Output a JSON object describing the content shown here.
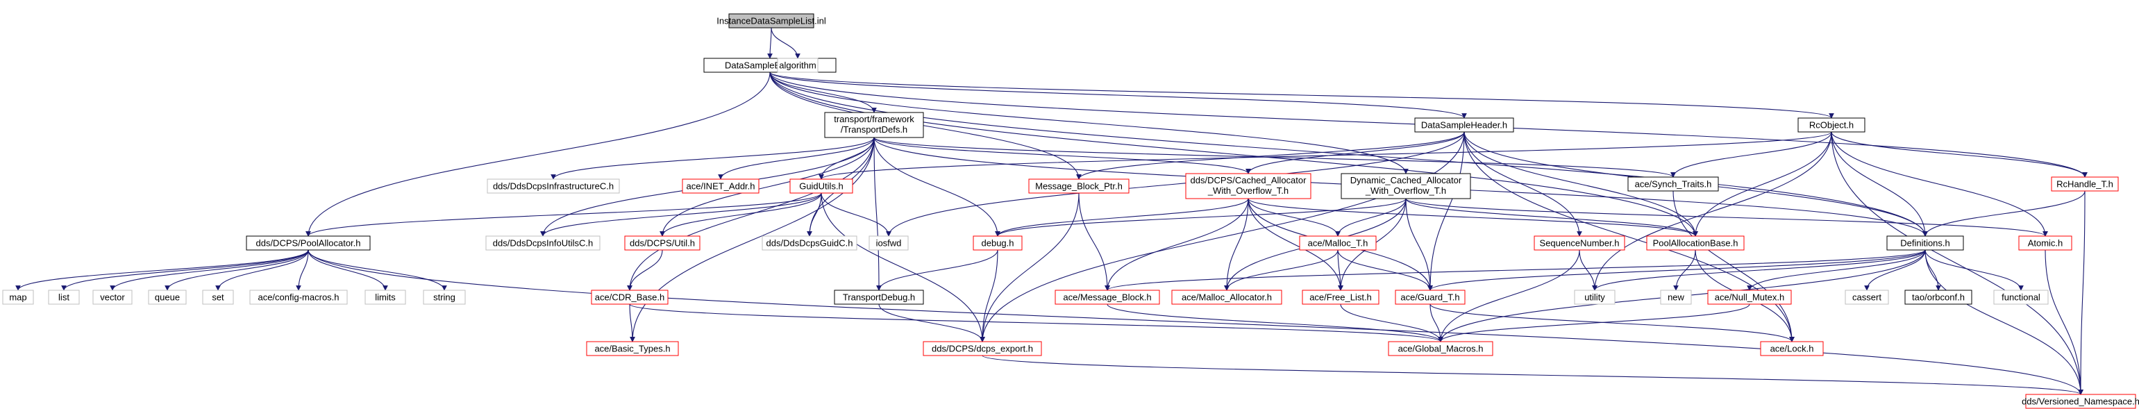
{
  "diagram": {
    "nodes": [
      {
        "id": "n0",
        "label": "InstanceDataSampleList.inl",
        "kind": "root"
      },
      {
        "id": "n1",
        "label": "DataSampleElement.h",
        "kind": "normal"
      },
      {
        "id": "n2",
        "label": "algorithm",
        "kind": "external"
      },
      {
        "id": "n3",
        "label": "transport/framework\n/TransportDefs.h",
        "kind": "normal"
      },
      {
        "id": "n4",
        "label": "DataSampleHeader.h",
        "kind": "normal"
      },
      {
        "id": "n5",
        "label": "RcObject.h",
        "kind": "normal"
      },
      {
        "id": "n6",
        "label": "ace/Synch_Traits.h",
        "kind": "normal"
      },
      {
        "id": "n7",
        "label": "RcHandle_T.h",
        "kind": "missing"
      },
      {
        "id": "n8",
        "label": "dds/DdsDcpsInfrastructureC.h",
        "kind": "external"
      },
      {
        "id": "n9",
        "label": "ace/INET_Addr.h",
        "kind": "missing"
      },
      {
        "id": "n10",
        "label": "GuidUtils.h",
        "kind": "missing"
      },
      {
        "id": "n11",
        "label": "Message_Block_Ptr.h",
        "kind": "missing"
      },
      {
        "id": "n12",
        "label": "dds/DCPS/Cached_Allocator\n_With_Overflow_T.h",
        "kind": "missing"
      },
      {
        "id": "n13",
        "label": "Dynamic_Cached_Allocator\n_With_Overflow_T.h",
        "kind": "normal"
      },
      {
        "id": "n14",
        "label": "dds/DCPS/PoolAllocator.h",
        "kind": "normal"
      },
      {
        "id": "n15",
        "label": "dds/DdsDcpsInfoUtilsC.h",
        "kind": "external"
      },
      {
        "id": "n16",
        "label": "dds/DCPS/Util.h",
        "kind": "missing"
      },
      {
        "id": "n17",
        "label": "dds/DdsDcpsGuidC.h",
        "kind": "external"
      },
      {
        "id": "n18",
        "label": "iosfwd",
        "kind": "external"
      },
      {
        "id": "n19",
        "label": "debug.h",
        "kind": "missing"
      },
      {
        "id": "n20",
        "label": "SequenceNumber.h",
        "kind": "missing"
      },
      {
        "id": "n21",
        "label": "PoolAllocationBase.h",
        "kind": "missing"
      },
      {
        "id": "n22",
        "label": "Definitions.h",
        "kind": "normal"
      },
      {
        "id": "n23",
        "label": "Atomic.h",
        "kind": "missing"
      },
      {
        "id": "n24",
        "label": "map",
        "kind": "external"
      },
      {
        "id": "n25",
        "label": "list",
        "kind": "external"
      },
      {
        "id": "n26",
        "label": "vector",
        "kind": "external"
      },
      {
        "id": "n27",
        "label": "queue",
        "kind": "external"
      },
      {
        "id": "n28",
        "label": "set",
        "kind": "external"
      },
      {
        "id": "n29",
        "label": "ace/config-macros.h",
        "kind": "external"
      },
      {
        "id": "n30",
        "label": "limits",
        "kind": "external"
      },
      {
        "id": "n31",
        "label": "string",
        "kind": "external"
      },
      {
        "id": "n32",
        "label": "ace/CDR_Base.h",
        "kind": "missing"
      },
      {
        "id": "n33",
        "label": "TransportDebug.h",
        "kind": "normal"
      },
      {
        "id": "n34",
        "label": "ace/Malloc_T.h",
        "kind": "missing"
      },
      {
        "id": "n35",
        "label": "ace/Message_Block.h",
        "kind": "missing"
      },
      {
        "id": "n36",
        "label": "ace/Malloc_Allocator.h",
        "kind": "missing"
      },
      {
        "id": "n37",
        "label": "ace/Free_List.h",
        "kind": "missing"
      },
      {
        "id": "n38",
        "label": "ace/Guard_T.h",
        "kind": "missing"
      },
      {
        "id": "n39",
        "label": "utility",
        "kind": "external"
      },
      {
        "id": "n40",
        "label": "new",
        "kind": "external"
      },
      {
        "id": "n41",
        "label": "ace/Null_Mutex.h",
        "kind": "missing"
      },
      {
        "id": "n42",
        "label": "cassert",
        "kind": "external"
      },
      {
        "id": "n43",
        "label": "tao/orbconf.h",
        "kind": "normal"
      },
      {
        "id": "n44",
        "label": "functional",
        "kind": "external"
      },
      {
        "id": "n45",
        "label": "ace/Basic_Types.h",
        "kind": "missing"
      },
      {
        "id": "n46",
        "label": "dds/DCPS/dcps_export.h",
        "kind": "missing"
      },
      {
        "id": "n47",
        "label": "ace/Global_Macros.h",
        "kind": "missing"
      },
      {
        "id": "n48",
        "label": "ace/Lock.h",
        "kind": "missing"
      },
      {
        "id": "n49",
        "label": "dds/Versioned_Namespace.h",
        "kind": "missing"
      }
    ],
    "edges": [
      [
        "n0",
        "n1"
      ],
      [
        "n0",
        "n2"
      ],
      [
        "n1",
        "n3"
      ],
      [
        "n1",
        "n4"
      ],
      [
        "n1",
        "n5"
      ],
      [
        "n1",
        "n13"
      ],
      [
        "n1",
        "n14"
      ],
      [
        "n1",
        "n11"
      ],
      [
        "n1",
        "n21"
      ],
      [
        "n1",
        "n22"
      ],
      [
        "n1",
        "n7"
      ],
      [
        "n3",
        "n8"
      ],
      [
        "n3",
        "n9"
      ],
      [
        "n3",
        "n10"
      ],
      [
        "n3",
        "n12"
      ],
      [
        "n3",
        "n16"
      ],
      [
        "n3",
        "n15"
      ],
      [
        "n3",
        "n17"
      ],
      [
        "n3",
        "n19"
      ],
      [
        "n3",
        "n33"
      ],
      [
        "n3",
        "n45"
      ],
      [
        "n3",
        "n32"
      ],
      [
        "n3",
        "n6"
      ],
      [
        "n3",
        "n22"
      ],
      [
        "n4",
        "n11"
      ],
      [
        "n4",
        "n12"
      ],
      [
        "n4",
        "n20"
      ],
      [
        "n4",
        "n21"
      ],
      [
        "n4",
        "n38"
      ],
      [
        "n4",
        "n48"
      ],
      [
        "n4",
        "n18"
      ],
      [
        "n4",
        "n46"
      ],
      [
        "n4",
        "n22"
      ],
      [
        "n5",
        "n6"
      ],
      [
        "n5",
        "n21"
      ],
      [
        "n5",
        "n22"
      ],
      [
        "n5",
        "n23"
      ],
      [
        "n5",
        "n7"
      ],
      [
        "n5",
        "n49"
      ],
      [
        "n5",
        "n39"
      ],
      [
        "n5",
        "n10"
      ],
      [
        "n7",
        "n22"
      ],
      [
        "n7",
        "n49"
      ],
      [
        "n6",
        "n48"
      ],
      [
        "n10",
        "n14"
      ],
      [
        "n10",
        "n15"
      ],
      [
        "n10",
        "n16"
      ],
      [
        "n10",
        "n17"
      ],
      [
        "n10",
        "n18"
      ],
      [
        "n10",
        "n46"
      ],
      [
        "n11",
        "n35"
      ],
      [
        "n11",
        "n46"
      ],
      [
        "n12",
        "n19"
      ],
      [
        "n12",
        "n34"
      ],
      [
        "n12",
        "n36"
      ],
      [
        "n12",
        "n37"
      ],
      [
        "n12",
        "n38"
      ],
      [
        "n12",
        "n35"
      ],
      [
        "n12",
        "n21"
      ],
      [
        "n13",
        "n19"
      ],
      [
        "n13",
        "n34"
      ],
      [
        "n13",
        "n36"
      ],
      [
        "n13",
        "n37"
      ],
      [
        "n13",
        "n38"
      ],
      [
        "n13",
        "n21"
      ],
      [
        "n13",
        "n23"
      ],
      [
        "n14",
        "n24"
      ],
      [
        "n14",
        "n25"
      ],
      [
        "n14",
        "n26"
      ],
      [
        "n14",
        "n27"
      ],
      [
        "n14",
        "n28"
      ],
      [
        "n14",
        "n29"
      ],
      [
        "n14",
        "n30"
      ],
      [
        "n14",
        "n31"
      ],
      [
        "n14",
        "n49"
      ],
      [
        "n16",
        "n32"
      ],
      [
        "n19",
        "n33"
      ],
      [
        "n19",
        "n46"
      ],
      [
        "n33",
        "n46"
      ],
      [
        "n20",
        "n39"
      ],
      [
        "n20",
        "n47"
      ],
      [
        "n21",
        "n40"
      ],
      [
        "n21",
        "n48"
      ],
      [
        "n22",
        "n42"
      ],
      [
        "n22",
        "n43"
      ],
      [
        "n22",
        "n44"
      ],
      [
        "n22",
        "n39"
      ],
      [
        "n22",
        "n41"
      ],
      [
        "n22",
        "n38"
      ],
      [
        "n22",
        "n35"
      ],
      [
        "n22",
        "n47"
      ],
      [
        "n22",
        "n49"
      ],
      [
        "n23",
        "n49"
      ],
      [
        "n32",
        "n45"
      ],
      [
        "n32",
        "n47"
      ],
      [
        "n34",
        "n36"
      ],
      [
        "n34",
        "n37"
      ],
      [
        "n34",
        "n38"
      ],
      [
        "n35",
        "n47"
      ],
      [
        "n37",
        "n47"
      ],
      [
        "n38",
        "n47"
      ],
      [
        "n38",
        "n48"
      ],
      [
        "n41",
        "n47"
      ],
      [
        "n46",
        "n49"
      ]
    ]
  },
  "colors": {
    "edge": "#191970",
    "normal_border": "#000000",
    "missing_border": "#ff0000",
    "external_border": "#bfbfbf",
    "root_fill": "#bfbfbf",
    "text": "#000000"
  }
}
